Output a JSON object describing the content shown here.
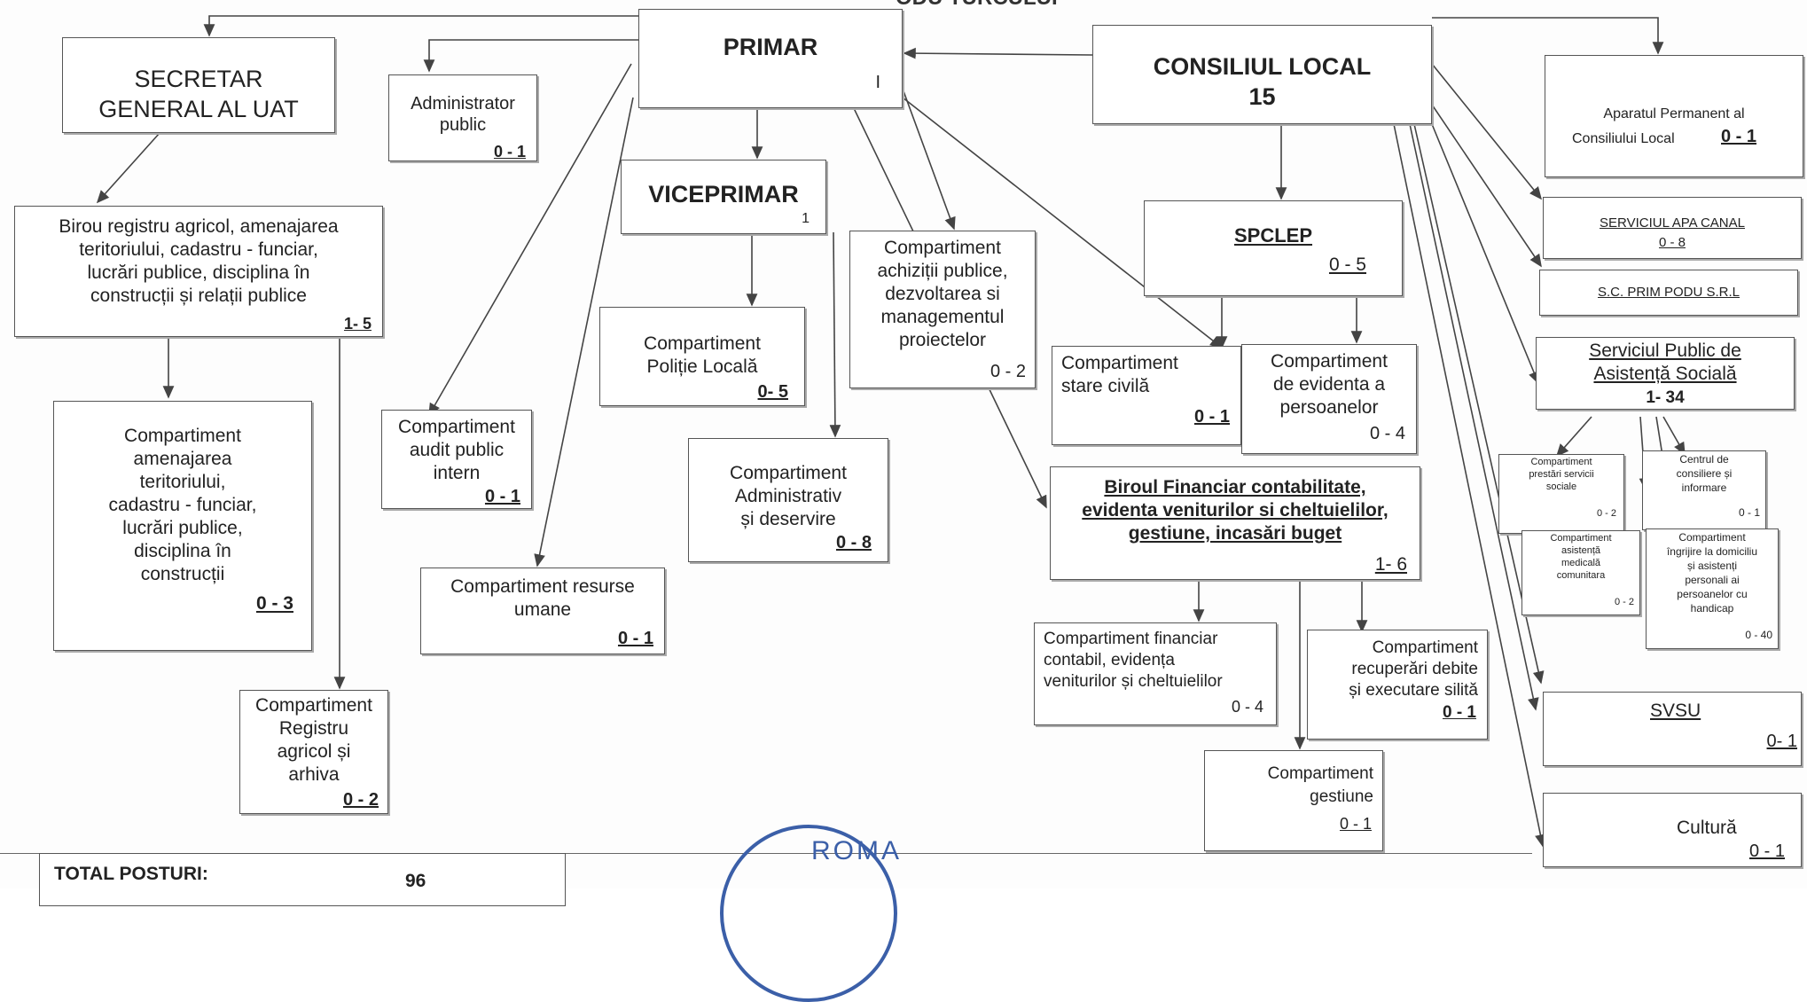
{
  "header_fragment": "ODU TURCULUI",
  "primar": {
    "title": "PRIMAR",
    "count": "I"
  },
  "consiliul": {
    "title": "CONSILIUL LOCAL",
    "count": "15"
  },
  "secretar": {
    "line1": "SECRETAR",
    "line2": "GENERAL AL UAT"
  },
  "administrator": {
    "line1": "Administrator",
    "line2": "public",
    "count": "0 - 1"
  },
  "viceprimar": {
    "title": "VICEPRIMAR",
    "count": "1"
  },
  "birou_registru": {
    "lines": [
      "Birou registru agricol, amenajarea",
      "teritoriului, cadastru - funciar,",
      "lucrări publice, disciplina în",
      "construcții și relații publice"
    ],
    "count": "1- 5"
  },
  "comp_amenajarea": {
    "lines": [
      "Compartiment",
      "amenajarea",
      "teritoriului,",
      "cadastru - funciar,",
      "lucrări publice,",
      "disciplina în",
      "construcții"
    ],
    "count": "0 - 3"
  },
  "comp_registru": {
    "lines": [
      "Compartiment",
      "Registru",
      "agricol și",
      "arhiva"
    ],
    "count": "0 - 2"
  },
  "comp_audit": {
    "lines": [
      "Compartiment",
      "audit public",
      "intern"
    ],
    "count": "0 - 1"
  },
  "comp_resurse": {
    "lines": [
      "Compartiment resurse",
      "umane"
    ],
    "count": "0 - 1"
  },
  "comp_politie": {
    "lines": [
      "Compartiment",
      "Poliție Locală"
    ],
    "count": "0- 5"
  },
  "comp_administrativ": {
    "lines": [
      "Compartiment",
      "Administrativ",
      "și deservire"
    ],
    "count": "0 - 8"
  },
  "comp_achizitii": {
    "lines": [
      "Compartiment",
      "achiziții publice,",
      "dezvoltarea si",
      "managementul",
      "proiectelor"
    ],
    "count": "0 - 2"
  },
  "spclep": {
    "title": "SPCLEP",
    "count": "0 - 5"
  },
  "comp_stare_civila": {
    "lines": [
      "Compartiment",
      "stare civilă"
    ],
    "count": "0 - 1"
  },
  "comp_evidenta": {
    "lines": [
      "Compartiment",
      "de evidenta a",
      "persoanelor"
    ],
    "count": "0 - 4"
  },
  "birou_financiar": {
    "lines": [
      "Biroul Financiar contabilitate,",
      "evidenta veniturilor si cheltuielilor,",
      "gestiune, incasări buget"
    ],
    "count": "1- 6"
  },
  "comp_financiar_contabil": {
    "lines": [
      "Compartiment financiar",
      "contabil, evidența",
      "veniturilor și cheltuielilor"
    ],
    "count": "0 - 4"
  },
  "comp_recuperari": {
    "lines": [
      "Compartiment",
      "recuperări debite",
      "și executare silită"
    ],
    "count": "0 - 1"
  },
  "comp_gestiune": {
    "lines": [
      "Compartiment",
      "gestiune"
    ],
    "count": "0 - 1"
  },
  "aparatul": {
    "lines": [
      "Aparatul Permanent al",
      "Consiliului Local"
    ],
    "count": "0 - 1"
  },
  "apa_canal": {
    "title": "SERVICIUL APA CANAL",
    "count": "0 - 8"
  },
  "prim_podu": {
    "title": "S.C. PRIM PODU S.R.L"
  },
  "asistenta": {
    "lines": [
      "Serviciul Public de",
      "Asistență Socială"
    ],
    "count": "1- 34"
  },
  "comp_prestari": {
    "lines": [
      "Compartiment",
      "prestări servicii",
      "sociale"
    ],
    "count": "0 - 2"
  },
  "centrul_consiliere": {
    "lines": [
      "Centrul de",
      "consiliere și",
      "informare"
    ],
    "count": "0 - 1"
  },
  "comp_medicala": {
    "lines": [
      "Compartiment",
      "asistență",
      "medicală",
      "comunitara"
    ],
    "count": "0 - 2"
  },
  "comp_ingrijire": {
    "lines": [
      "Compartiment",
      "îngrijire la domiciliu",
      "și asistenți",
      "personali ai",
      "persoanelor cu",
      "handicap"
    ],
    "count": "0 - 40"
  },
  "svsu": {
    "title": "SVSU",
    "count": "0- 1"
  },
  "cultura": {
    "title": "Cultură",
    "count": "0 - 1"
  },
  "total": {
    "label": "TOTAL POSTURI:",
    "value": "96"
  },
  "seal_text": "ROMA"
}
